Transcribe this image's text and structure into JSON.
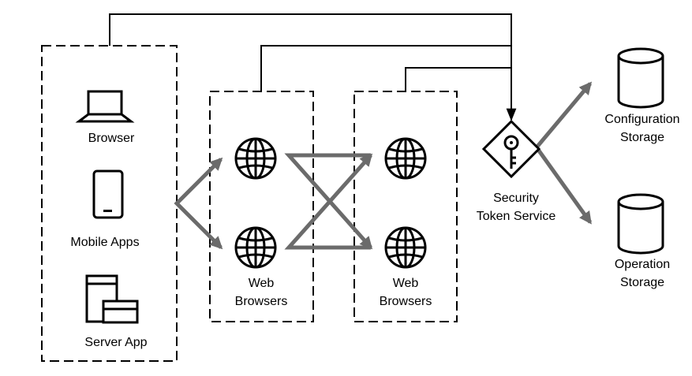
{
  "clients": {
    "browser_label": "Browser",
    "mobile_label": "Mobile Apps",
    "server_label": "Server App"
  },
  "web_tier_1": {
    "label_line1": "Web",
    "label_line2": "Browsers"
  },
  "web_tier_2": {
    "label_line1": "Web",
    "label_line2": "Browsers"
  },
  "sts": {
    "label_line1": "Security",
    "label_line2": "Token Service"
  },
  "config_storage": {
    "label_line1": "Configuration",
    "label_line2": "Storage"
  },
  "operation_storage": {
    "label_line1": "Operation",
    "label_line2": "Storage"
  },
  "colors": {
    "line": "#000000",
    "arrow": "#6b6b6b"
  },
  "icons": [
    "laptop-icon",
    "mobile-phone-icon",
    "server-icon",
    "globe-icon",
    "key-diamond-icon",
    "database-cylinder-icon"
  ]
}
